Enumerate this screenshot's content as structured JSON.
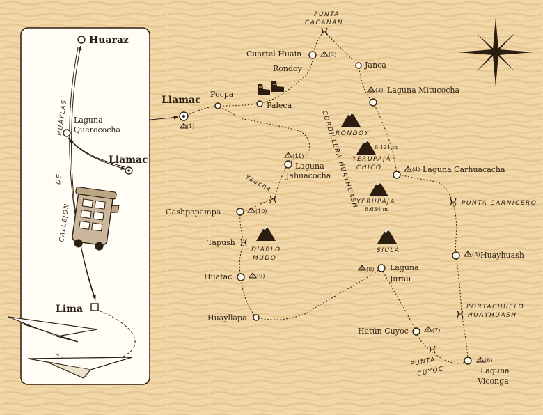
{
  "inset": {
    "huaraz": "Huaraz",
    "laguna_querococha_1": "Laguna",
    "laguna_querococha_2": "Querococha",
    "llamac": "Llamac",
    "lima": "Lima",
    "callejon_1": "CALLEJON",
    "callejon_2": "DE",
    "callejon_3": "HUAYLAS"
  },
  "map": {
    "llamac": "Llamac",
    "camp1": "(1)",
    "pocpa": "Pocpa",
    "paleca": "Paleca",
    "rondoy_town": "Rondoy",
    "cuartel_huain": "Cuartel Huain",
    "camp2": "(2)",
    "punta_cacanan_1": "PUNTA",
    "punta_cacanan_2": "CACANAN",
    "janca": "Janca",
    "camp3": "(3)",
    "laguna_mitucocha": "Laguna Mitucocha",
    "rondoy_peak": "RONDOY",
    "cordillera": "CORDILLERA HUAYHUASH",
    "yerupaja_chico_1": "YERUPAJÁ",
    "yerupaja_chico_2": "CHICO",
    "yerupaja_chico_alt": "6.121 m",
    "yerupaja": "YERUPAJÁ",
    "yerupaja_alt": "6.634 m",
    "camp4": "(4)",
    "laguna_carhuacacha": "Laguna Carhuacacha",
    "punta_carnicero": "PUNTA CARNICERO",
    "camp5": "(5)",
    "huayhuash": "Huayhuash",
    "portachuelo_1": "PORTACHUELO",
    "portachuelo_2": "HUAYHUASH",
    "camp6": "(6)",
    "laguna_viconga_1": "Laguna",
    "laguna_viconga_2": "Viconga",
    "punta_cuyoc_1": "PUNTA",
    "punta_cuyoc_2": "CUYOC",
    "camp7": "(7)",
    "hatun_cuyoc": "Hatún Cuyoc",
    "siula": "SIULÁ",
    "camp8": "(8)",
    "laguna_jurau_1": "Laguna",
    "laguna_jurau_2": "Jurau",
    "huayllapa": "Huayllapa",
    "camp9": "(9)",
    "huatac": "Huatac",
    "tapush": "Tapush",
    "diablo_mudo_1": "DIABLO",
    "diablo_mudo_2": "MUDO",
    "camp10": "(10)",
    "gashpapampa": "Gashpapampa",
    "yaucha": "Yaucha",
    "camp11": "(11)",
    "laguna_jahuacocha_1": "Laguna",
    "laguna_jahuacocha_2": "Jahuacocha"
  },
  "colors": {
    "parchment": "#f2d7a8",
    "ink": "#2b1d10",
    "panel": "#fffdf6"
  }
}
